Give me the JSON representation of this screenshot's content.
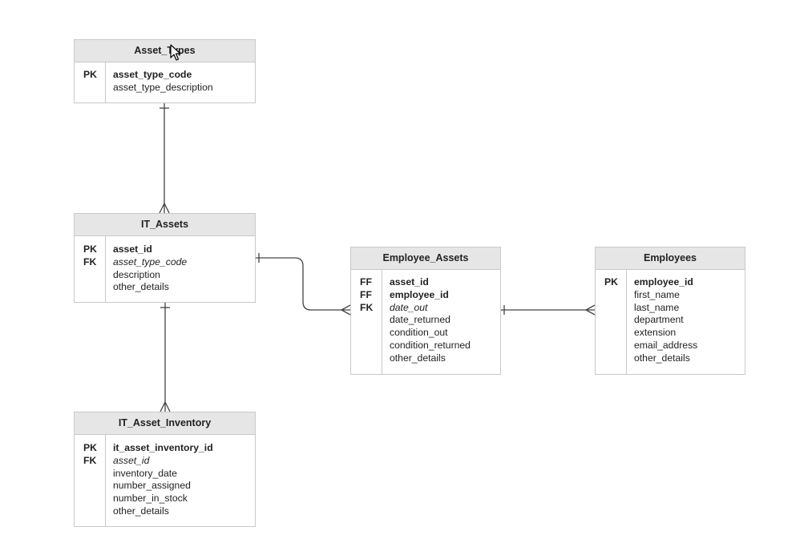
{
  "diagram": {
    "entities": [
      {
        "id": "asset_types",
        "title": "Asset_Types",
        "keys": [
          "PK",
          ""
        ],
        "attributes": [
          {
            "name": "asset_type_code",
            "style": "bold"
          },
          {
            "name": "asset_type_description",
            "style": "normal"
          }
        ]
      },
      {
        "id": "it_assets",
        "title": "IT_Assets",
        "keys": [
          "PK",
          "FK",
          "",
          ""
        ],
        "attributes": [
          {
            "name": "asset_id",
            "style": "bold"
          },
          {
            "name": "asset_type_code",
            "style": "italic"
          },
          {
            "name": "description",
            "style": "normal"
          },
          {
            "name": "other_details",
            "style": "normal"
          }
        ]
      },
      {
        "id": "it_asset_inventory",
        "title": "IT_Asset_Inventory",
        "keys": [
          "PK",
          "FK",
          "",
          "",
          "",
          ""
        ],
        "attributes": [
          {
            "name": "it_asset_inventory_id",
            "style": "bold"
          },
          {
            "name": "asset_id",
            "style": "italic"
          },
          {
            "name": "inventory_date",
            "style": "normal"
          },
          {
            "name": "number_assigned",
            "style": "normal"
          },
          {
            "name": "number_in_stock",
            "style": "normal"
          },
          {
            "name": "other_details",
            "style": "normal"
          }
        ]
      },
      {
        "id": "employee_assets",
        "title": "Employee_Assets",
        "keys": [
          "FF",
          "FF",
          "FK",
          "",
          "",
          "",
          ""
        ],
        "attributes": [
          {
            "name": "asset_id",
            "style": "bold"
          },
          {
            "name": "employee_id",
            "style": "bold"
          },
          {
            "name": "date_out",
            "style": "italic"
          },
          {
            "name": "date_returned",
            "style": "normal"
          },
          {
            "name": "condition_out",
            "style": "normal"
          },
          {
            "name": "condition_returned",
            "style": "normal"
          },
          {
            "name": "other_details",
            "style": "normal"
          }
        ]
      },
      {
        "id": "employees",
        "title": "Employees",
        "keys": [
          "PK",
          "",
          "",
          "",
          "",
          "",
          ""
        ],
        "attributes": [
          {
            "name": "employee_id",
            "style": "bold"
          },
          {
            "name": "first_name",
            "style": "normal"
          },
          {
            "name": "last_name",
            "style": "normal"
          },
          {
            "name": "department",
            "style": "normal"
          },
          {
            "name": "extension",
            "style": "normal"
          },
          {
            "name": "email_address",
            "style": "normal"
          },
          {
            "name": "other_details",
            "style": "normal"
          }
        ]
      }
    ],
    "relationships": [
      {
        "from": "asset_types",
        "to": "it_assets",
        "from_end": "one",
        "to_end": "many"
      },
      {
        "from": "it_assets",
        "to": "it_asset_inventory",
        "from_end": "one",
        "to_end": "many"
      },
      {
        "from": "it_assets",
        "to": "employee_assets",
        "from_end": "one",
        "to_end": "many"
      },
      {
        "from": "employees",
        "to": "employee_assets",
        "from_end": "many",
        "to_end": "one"
      }
    ],
    "line_color": "#444444",
    "header_color": "#e6e6e6",
    "border_color": "#c9c9c9"
  }
}
